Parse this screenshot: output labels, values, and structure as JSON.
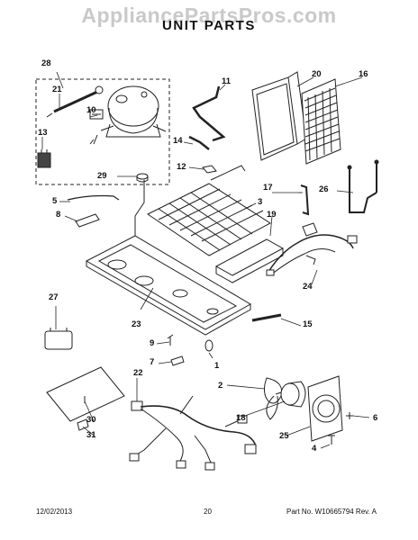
{
  "watermark": "AppliancePartsPros.com",
  "title": "UNIT PARTS",
  "footer": {
    "date": "12/02/2013",
    "page": "20",
    "part_no": "Part No. W10665794  Rev. A"
  },
  "callouts": {
    "c1": "1",
    "c2": "2",
    "c3": "3",
    "c4": "4",
    "c5": "5",
    "c6": "6",
    "c7": "7",
    "c8": "8",
    "c9": "9",
    "c10": "10",
    "c11": "11",
    "c12": "12",
    "c13": "13",
    "c14": "14",
    "c15": "15",
    "c16": "16",
    "c17": "17",
    "c18": "18",
    "c19": "19",
    "c20": "20",
    "c21": "21",
    "c22": "22",
    "c23": "23",
    "c24": "24",
    "c25": "25",
    "c26": "26",
    "c27": "27",
    "c28": "28",
    "c29": "29",
    "c30": "30",
    "c31": "31"
  }
}
